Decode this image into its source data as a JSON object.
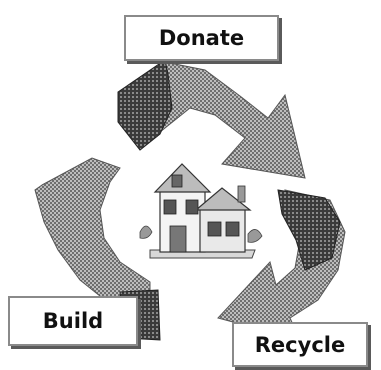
{
  "labels": {
    "donate": "Donate",
    "build": "Build",
    "recycle": "Recycle"
  },
  "colors": {
    "arrow_dark": "#2a2a2a",
    "arrow_mid": "#7a7a7a",
    "arrow_light": "#c9c9c9",
    "label_border": "#8a8a8a",
    "house_outline": "#333333"
  }
}
